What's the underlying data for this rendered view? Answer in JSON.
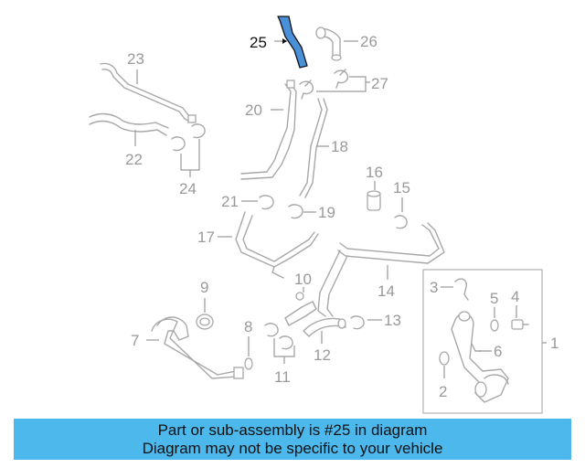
{
  "highlight_color": "#4a90d9",
  "banner_color": "#4cb8ec",
  "parts": {
    "p1": "1",
    "p2": "2",
    "p3": "3",
    "p4": "4",
    "p5": "5",
    "p6": "6",
    "p7": "7",
    "p8": "8",
    "p9": "9",
    "p10": "10",
    "p11": "11",
    "p12": "12",
    "p13": "13",
    "p14": "14",
    "p15": "15",
    "p16": "16",
    "p17": "17",
    "p18": "18",
    "p19": "19",
    "p20": "20",
    "p21": "21",
    "p22": "22",
    "p23": "23",
    "p24": "24",
    "p25": "25",
    "p26": "26",
    "p27": "27"
  },
  "banner": {
    "line1": "Part or sub-assembly is #25 in diagram",
    "line2": "Diagram may not be specific to your vehicle"
  }
}
